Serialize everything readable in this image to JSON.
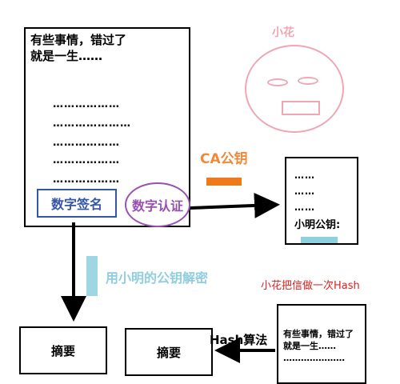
{
  "letter": {
    "line1": "有些事情，错过了",
    "line2": "就是一生……",
    "dots": "………………",
    "dots_long": "…………………"
  },
  "signature_label": "数字签名",
  "certificate_label": "数字认证",
  "xiaohua_label": "小花",
  "ca_label": "CA公钥",
  "cert_doc": {
    "dots": "……",
    "key_label": "小明公钥:"
  },
  "decrypt_label": "用小明的公钥解密",
  "hash_note": "小花把信做一次Hash",
  "digest_label_1": "摘要",
  "digest_label_2": "摘要",
  "hash_algo_label": "Hash算法",
  "letter2": {
    "line1": "有些事情，错过了",
    "line2": "就是一生……",
    "dots": "…………………"
  },
  "colors": {
    "signature": "#3355aa",
    "certificate": "#9b4fb4",
    "xiaohua": "#f0a7b4",
    "ca": "#f08a3a",
    "decrypt": "#9fd6e4",
    "hash_note": "#e02020"
  }
}
